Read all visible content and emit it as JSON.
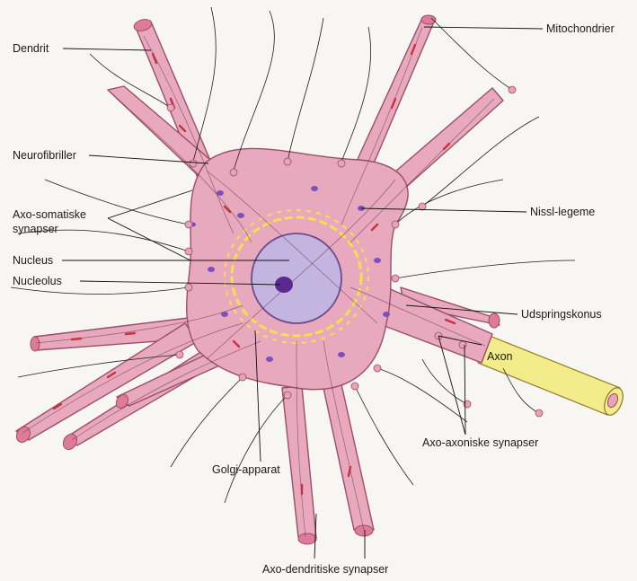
{
  "labels": {
    "dendrit": "Dendrit",
    "mitochondrier": "Mitochondrier",
    "neurofibriller": "Neurofibriller",
    "axo_somatiske_1": "Axo-somatiske",
    "axo_somatiske_2": "synapser",
    "nissl": "Nissl-legeme",
    "nucleus": "Nucleus",
    "nucleolus": "Nucleolus",
    "udspringskonus": "Udspringskonus",
    "axon": "Axon",
    "axo_axoniske": "Axo-axoniske synapser",
    "golgi": "Golgi-apparat",
    "axo_dendritiske": "Axo-dendritiske synapser"
  },
  "colors": {
    "cytoplasm": "#e8a9bf",
    "cytoplasm_edge": "#9b4e6a",
    "nucleus": "#c4b4e0",
    "nucleolus": "#5b2a8e",
    "golgi": "#f2e14c",
    "myelin": "#f4ec8a",
    "mitochondria": "#c8323c",
    "nissl": "#7a52c0",
    "synapse": "#e7a3b7"
  }
}
